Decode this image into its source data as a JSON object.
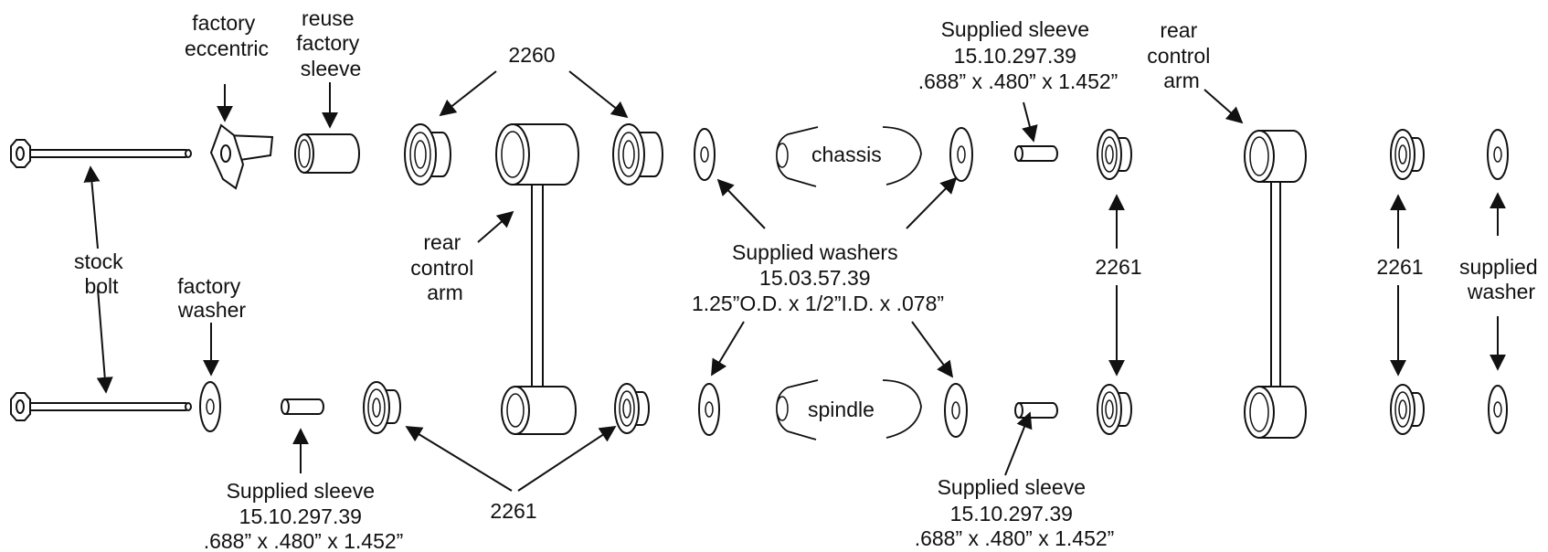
{
  "labels": {
    "factory_eccentric": [
      "factory",
      "eccentric"
    ],
    "reuse_factory_sleeve": [
      "reuse",
      "factory",
      "sleeve"
    ],
    "part_2260": "2260",
    "supplied_sleeve_top_right": [
      "Supplied sleeve",
      "15.10.297.39",
      ".688” x .480” x 1.452”"
    ],
    "rear_control_arm_right": [
      "rear",
      "control",
      "arm"
    ],
    "chassis": "chassis",
    "spindle": "spindle",
    "stock_bolt": [
      "stock",
      "bolt"
    ],
    "factory_washer": [
      "factory",
      "washer"
    ],
    "rear_control_arm_left": [
      "rear",
      "control",
      "arm"
    ],
    "supplied_washers": [
      "Supplied washers",
      "15.03.57.39",
      "1.25”O.D. x 1/2”I.D. x .078”"
    ],
    "part_2261_a": "2261",
    "part_2261_b": "2261",
    "part_2261_bottom": "2261",
    "supplied_washer_right": [
      "supplied",
      "washer"
    ],
    "supplied_sleeve_bottom_left": [
      "Supplied sleeve",
      "15.10.297.39",
      ".688” x .480” x 1.452”"
    ],
    "supplied_sleeve_bottom_right": [
      "Supplied sleeve",
      "15.10.297.39",
      ".688” x .480” x 1.452”"
    ]
  }
}
